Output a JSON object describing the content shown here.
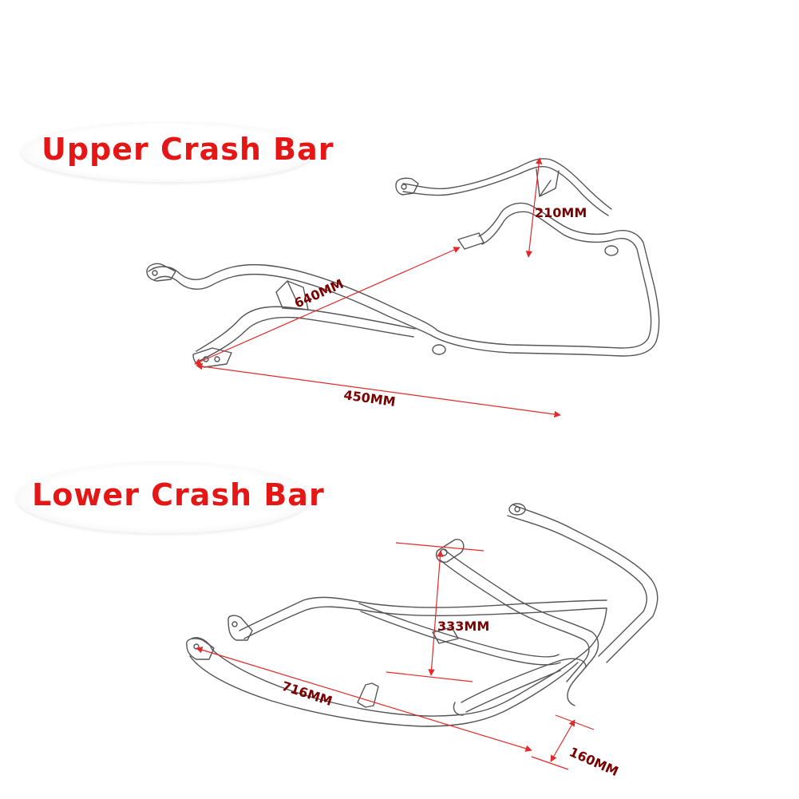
{
  "upper": {
    "title": "Upper Crash Bar",
    "dimensions": {
      "width": "640MM",
      "height": "210MM",
      "depth": "450MM"
    }
  },
  "lower": {
    "title": "Lower Crash Bar",
    "dimensions": {
      "length": "716MM",
      "height": "333MM",
      "depth": "160MM"
    }
  },
  "colors": {
    "title": "#e51616",
    "dimension_line": "#e12a2a",
    "dimension_text": "#7a0000",
    "outline": "#555555"
  }
}
